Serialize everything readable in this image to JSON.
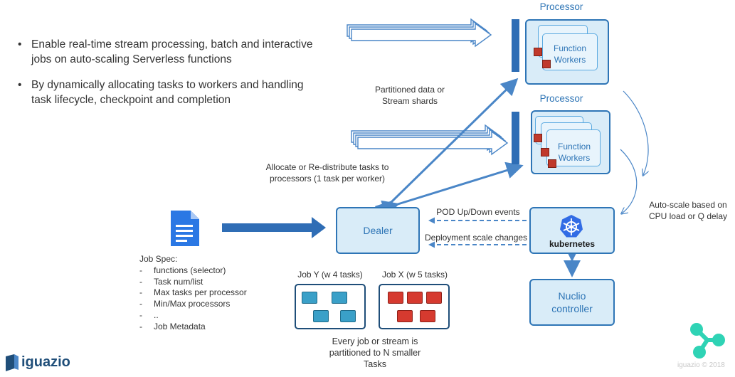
{
  "bullets": [
    "Enable real-time stream processing, batch and interactive jobs on auto-scaling Serverless functions",
    "By dynamically allocating tasks to workers and handling task lifecycle, checkpoint and completion"
  ],
  "processor1": {
    "title": "Processor",
    "workers_label": "Function Workers"
  },
  "processor2": {
    "title": "Processor",
    "workers_label": "Function Workers"
  },
  "labels": {
    "partitioned": "Partitioned data or Stream shards",
    "allocate": "Allocate or Re-distribute tasks to processors (1 task per worker)",
    "pod_events": "POD Up/Down events",
    "deployment": "Deployment scale changes",
    "autoscale": "Auto-scale based on CPU load or Q delay",
    "every_job": "Every job or stream is partitioned to N smaller Tasks"
  },
  "dealer": {
    "label": "Dealer"
  },
  "kubernetes": {
    "label": "kubernetes"
  },
  "nuclio": {
    "label": "Nuclio controller"
  },
  "job_y": {
    "title": "Job Y (w 4 tasks)"
  },
  "job_x": {
    "title": "Job X (w 5 tasks)"
  },
  "job_spec": {
    "title": "Job Spec:",
    "items": [
      "functions (selector)",
      "Task num/list",
      "Max tasks per processor",
      "Min/Max processors",
      "..",
      "Job Metadata"
    ]
  },
  "brand": {
    "name": "iguazio",
    "copyright": "iguazio © 2018"
  },
  "colors": {
    "accent": "#2e75b6",
    "node_fill": "#d9ecf8",
    "task_red": "#d63a2f",
    "task_blue": "#3aa0c8",
    "logo_green": "#2fd3b5"
  },
  "icons": [
    "document-icon",
    "kubernetes-icon",
    "iguazio-logo-icon",
    "nuclio-logo-icon"
  ]
}
